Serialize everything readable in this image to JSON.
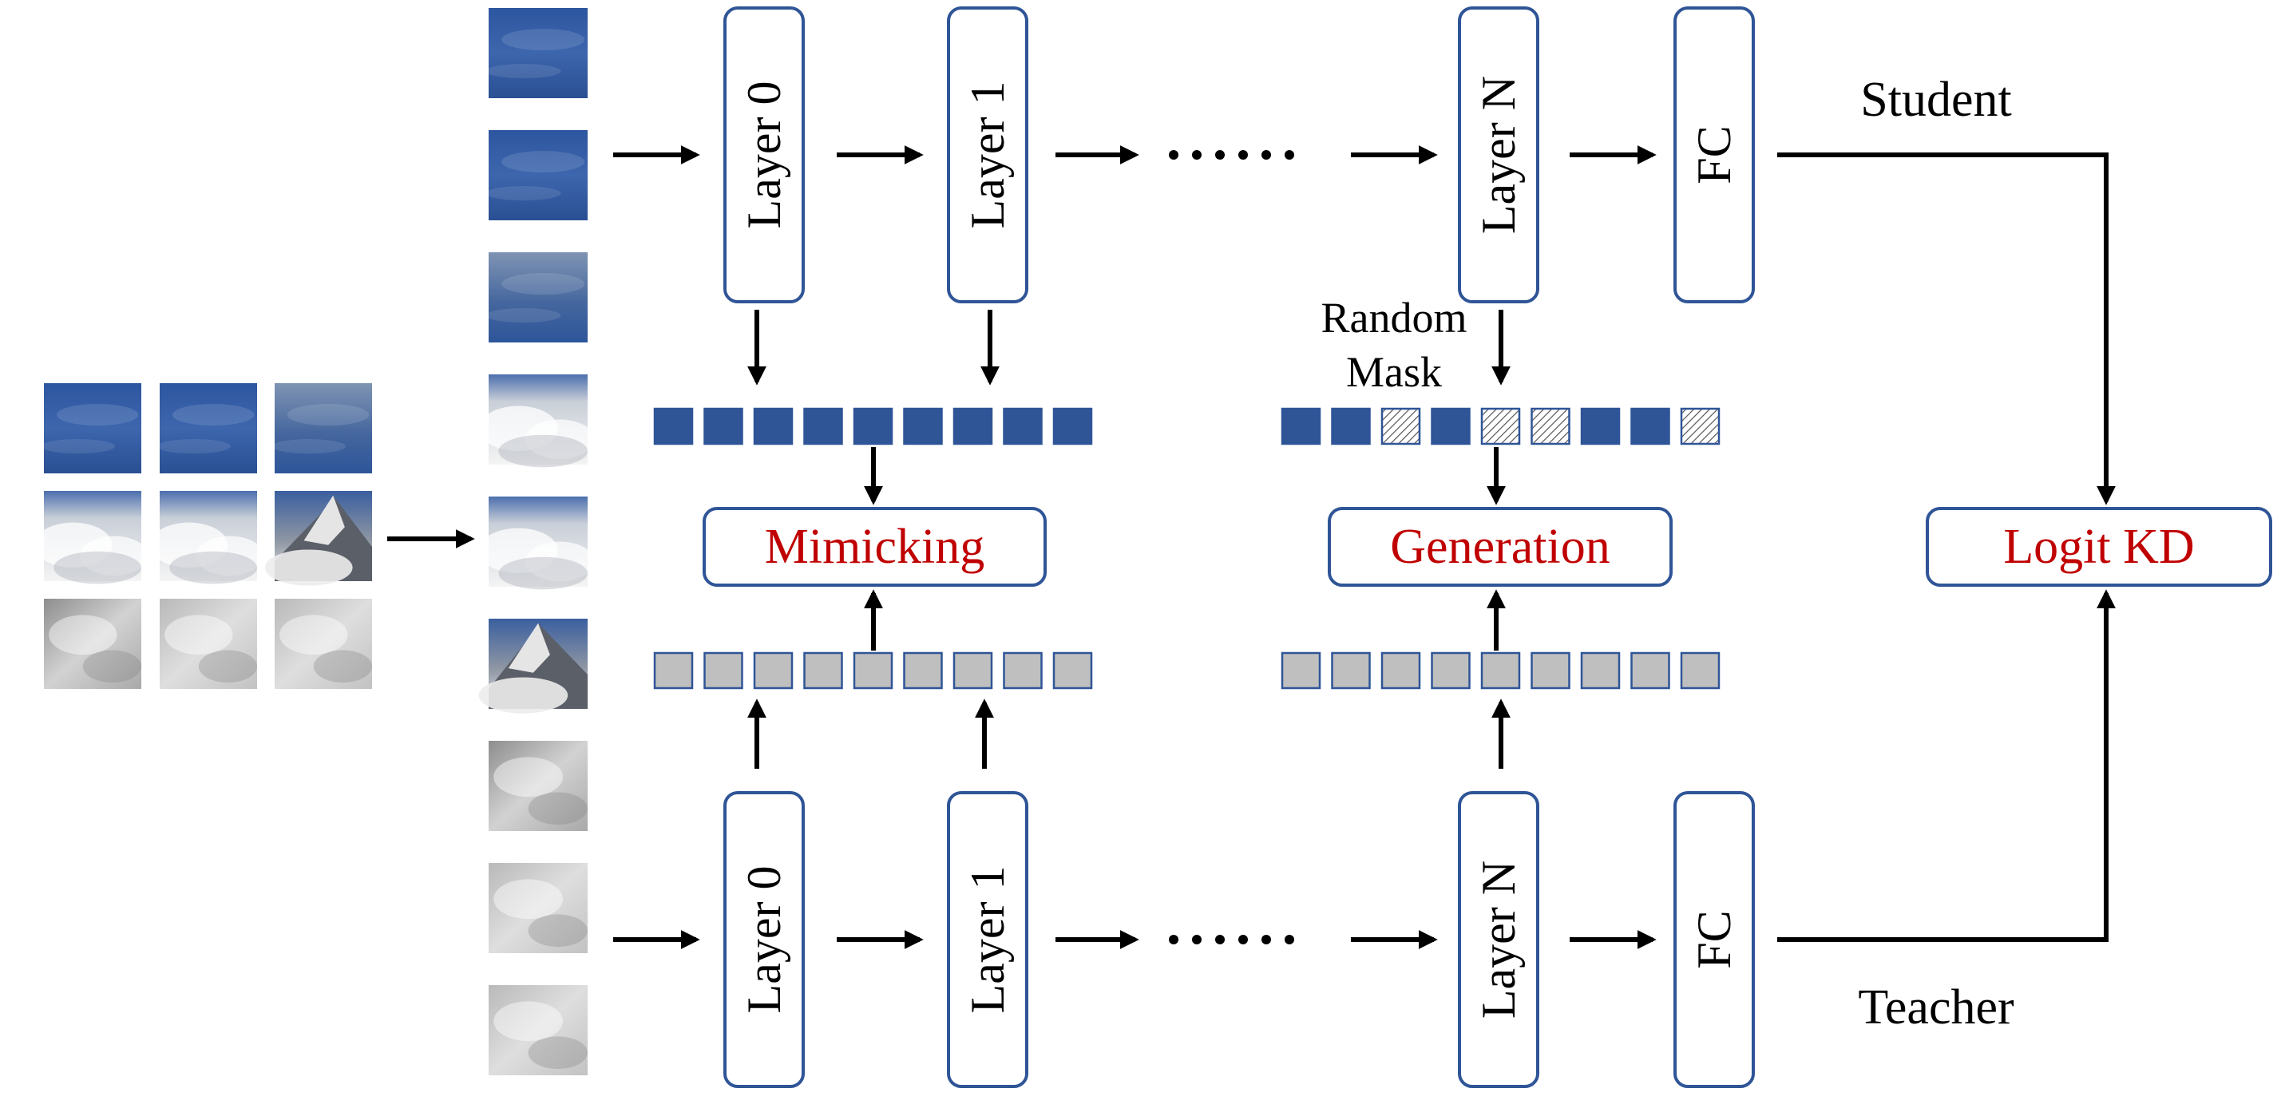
{
  "student": {
    "label": "Student",
    "layers": [
      "Layer 0",
      "Layer 1",
      "Layer N"
    ],
    "fc": "FC",
    "dots": "......"
  },
  "teacher": {
    "label": "Teacher",
    "layers": [
      "Layer 0",
      "Layer 1",
      "Layer N"
    ],
    "fc": "FC",
    "dots": "......"
  },
  "random_mask": [
    "Random",
    "Mask"
  ],
  "losses": {
    "mimicking": "Mimicking",
    "generation": "Generation",
    "logit_kd": "Logit KD"
  },
  "tokens": {
    "count": 9,
    "masked_indices": [
      2,
      4,
      5,
      8
    ]
  },
  "colors": {
    "box_stroke": "#2f5597",
    "token_blue": "#2f5597",
    "token_gray": "#bfbfbf",
    "loss_text": "#c00000",
    "arrow": "#000000"
  }
}
